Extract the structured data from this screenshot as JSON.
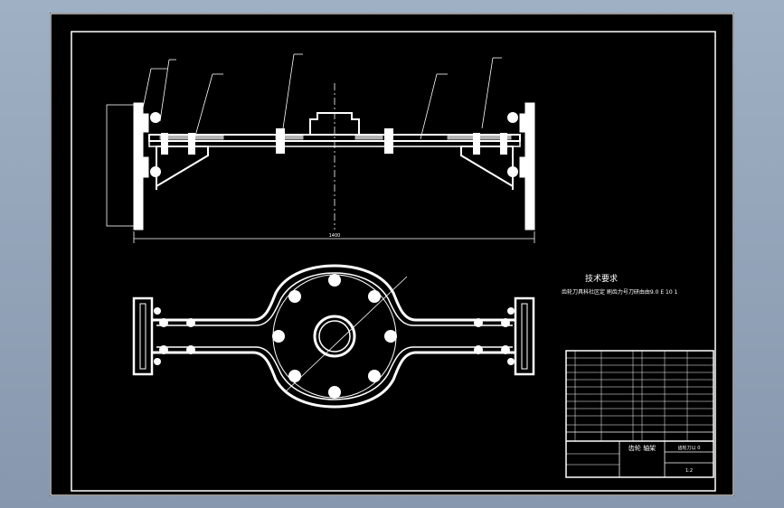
{
  "drawing": {
    "tech_req_title": "技术要求",
    "tech_req_text": "齿轮刀具科社区定 刷齿力号刀研由由9.0 E 10 1",
    "title_block": {
      "name": "齿轮 轴架",
      "drawing_no": "齿轮刀以 0",
      "scale": "1:2"
    },
    "dimension": "1400"
  },
  "colors": {
    "background": "#000000",
    "lines": "#ffffff",
    "app_bg": "#8c9bb0"
  }
}
